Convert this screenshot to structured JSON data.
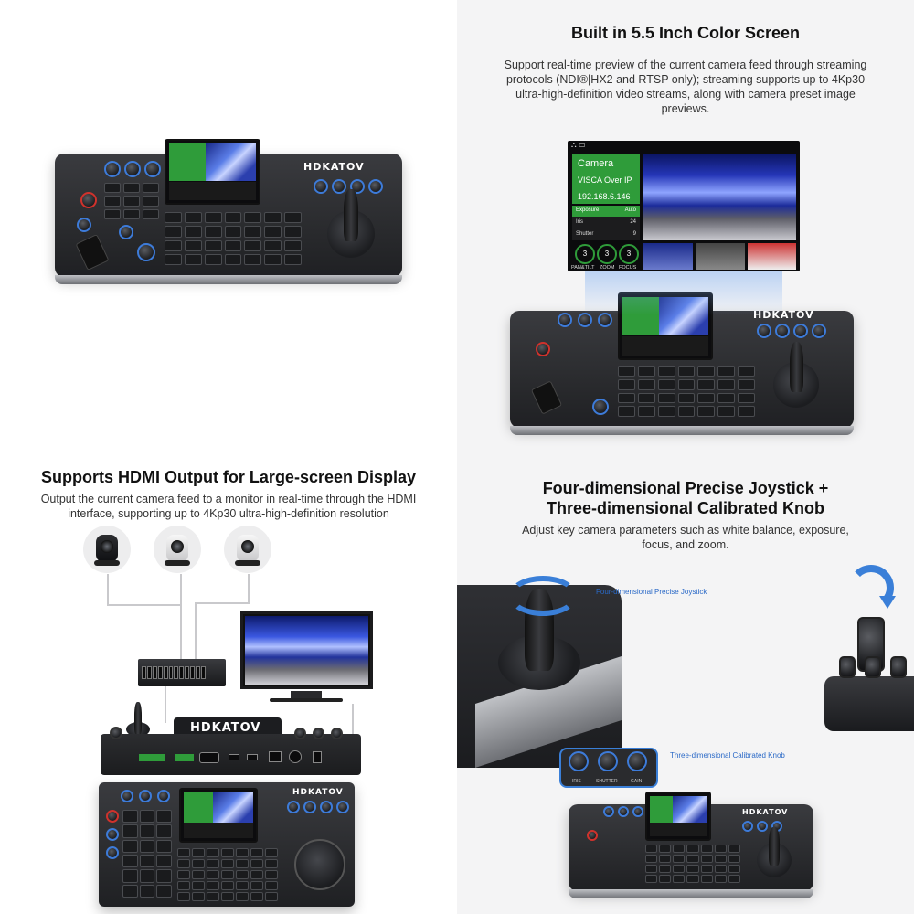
{
  "screen_feature": {
    "title": "Built in 5.5  Inch Color Screen",
    "description": "Support real-time preview of the current camera feed through streaming protocols (NDI®|HX2 and RTSP only); streaming supports up to 4Kp30 ultra-high-definition video streams, along with camera preset image previews.",
    "screen": {
      "camera_label": "Camera",
      "protocol": "VISCA Over IP",
      "ip_address": "192.168.6.146",
      "params": [
        {
          "name": "Exposure",
          "value": "Auto"
        },
        {
          "name": "Iris",
          "value": "24"
        },
        {
          "name": "Shutter",
          "value": "9"
        }
      ],
      "dials": [
        {
          "value": "3",
          "label": "PAN&TILT"
        },
        {
          "value": "3",
          "label": "ZOOM"
        },
        {
          "value": "3",
          "label": "FOCUS"
        }
      ]
    }
  },
  "hdmi_feature": {
    "title": "Supports HDMI Output for Large-screen Display",
    "description": "Output the current camera feed to a monitor in real-time through the HDMI interface, supporting up to 4Kp30 ultra-high-definition resolution"
  },
  "joystick_feature": {
    "title_line1": "Four-dimensional Precise Joystick +",
    "title_line2": "Three-dimensional Calibrated Knob",
    "description": "Adjust key camera parameters such as white balance, exposure, focus, and zoom.",
    "joystick_callout": "Four-dimensional Precise Joystick",
    "knob_callout": "Three-dimensional Calibrated Knob",
    "knob_labels": [
      "IRIS",
      "SHUTTER",
      "GAIN"
    ]
  },
  "brand": "HDKATOV",
  "colors": {
    "accent_green": "#2f9c3a",
    "accent_blue": "#3a7fd8",
    "knob_red": "#d0322c",
    "panel_dark": "#2a2b2e"
  }
}
